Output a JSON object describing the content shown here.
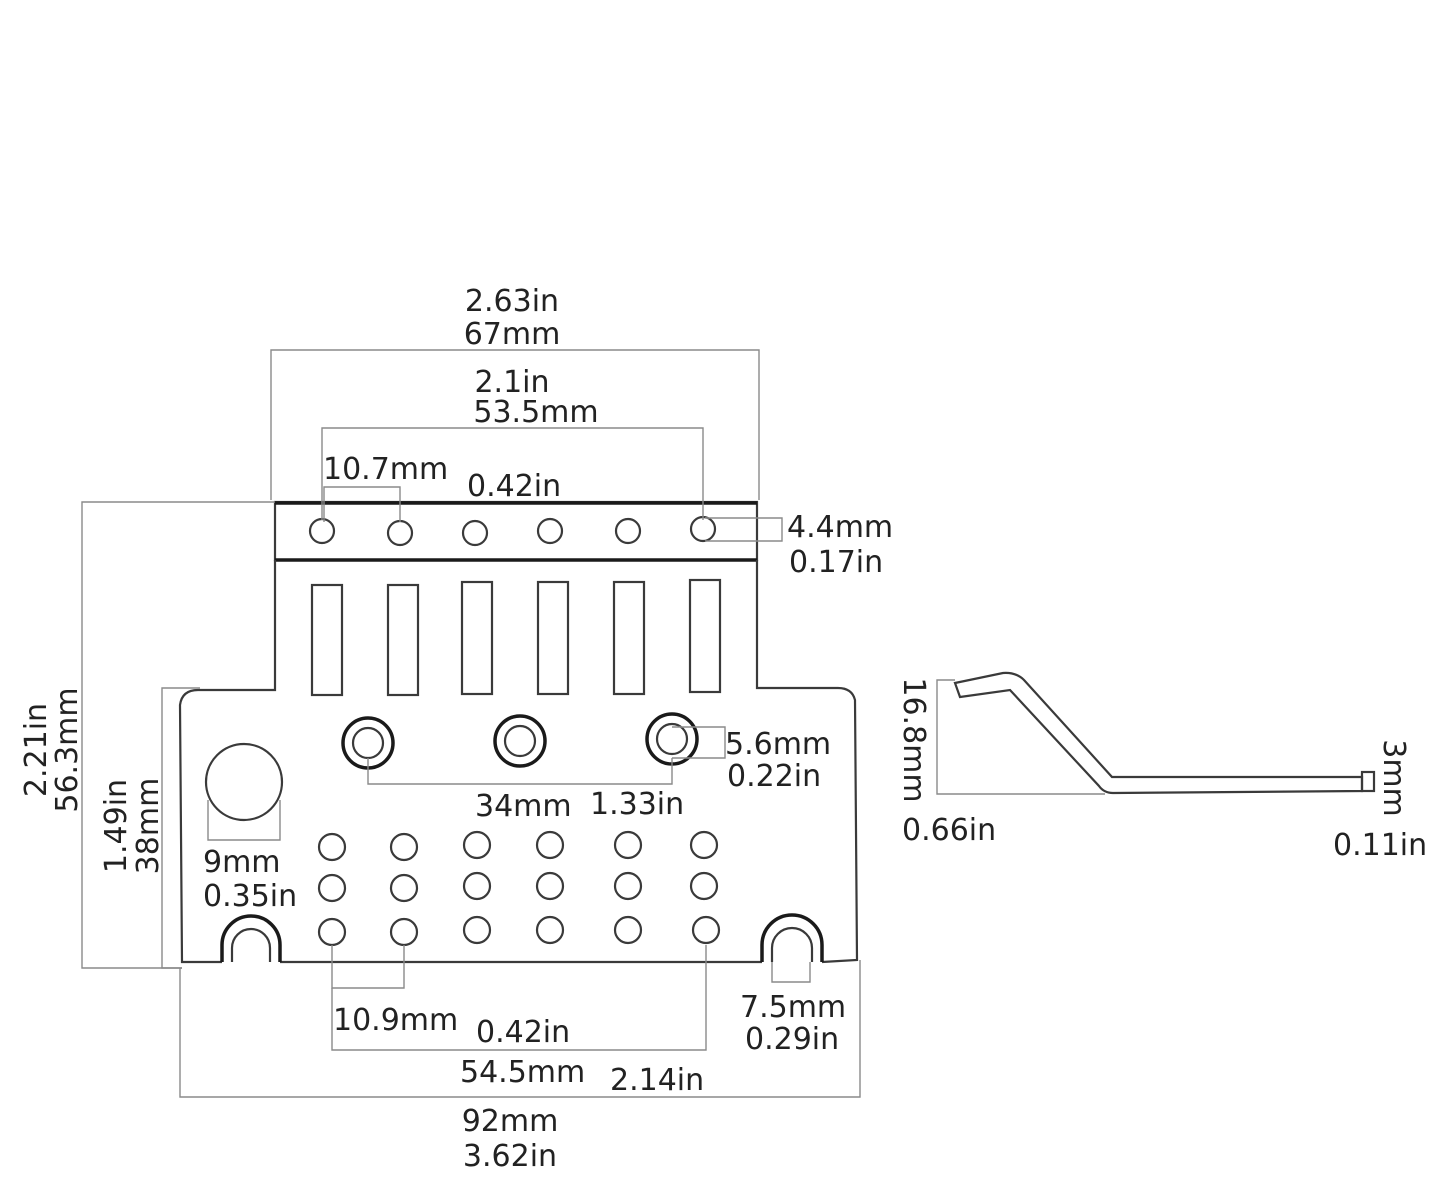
{
  "colors": {
    "line": "#3a3a3a",
    "dimension_line": "#8a8a8a",
    "text": "#222222",
    "background": "#ffffff"
  },
  "top_view": {
    "overall_top_width": {
      "in": "2.63in",
      "mm": "67mm"
    },
    "outer_hole_span": {
      "in": "2.1in",
      "mm": "53.5mm"
    },
    "top_hole_pitch": {
      "mm": "10.7mm",
      "in": "0.42in"
    },
    "top_hole_diameter": {
      "mm": "4.4mm",
      "in": "0.17in"
    },
    "overall_height": {
      "in": "2.21in",
      "mm": "56.3mm"
    },
    "lower_body_height": {
      "in": "1.49in",
      "mm": "38mm"
    },
    "large_hole_diameter": {
      "mm": "9mm",
      "in": "0.35in"
    },
    "stud_spacing": {
      "mm": "34mm",
      "in": "1.33in"
    },
    "stud_diameter": {
      "mm": "5.6mm",
      "in": "0.22in"
    },
    "bottom_hole_pitch": {
      "mm": "10.9mm",
      "in": "0.42in"
    },
    "bottom_hole_span": {
      "mm": "54.5mm",
      "in": "2.14in"
    },
    "slot_width": {
      "mm": "7.5mm",
      "in": "0.29in"
    },
    "overall_width": {
      "mm": "92mm",
      "in": "3.62in"
    }
  },
  "side_view": {
    "height": {
      "mm": "16.8mm",
      "in": "0.66in"
    },
    "thickness": {
      "mm": "3mm",
      "in": "0.11in"
    }
  }
}
